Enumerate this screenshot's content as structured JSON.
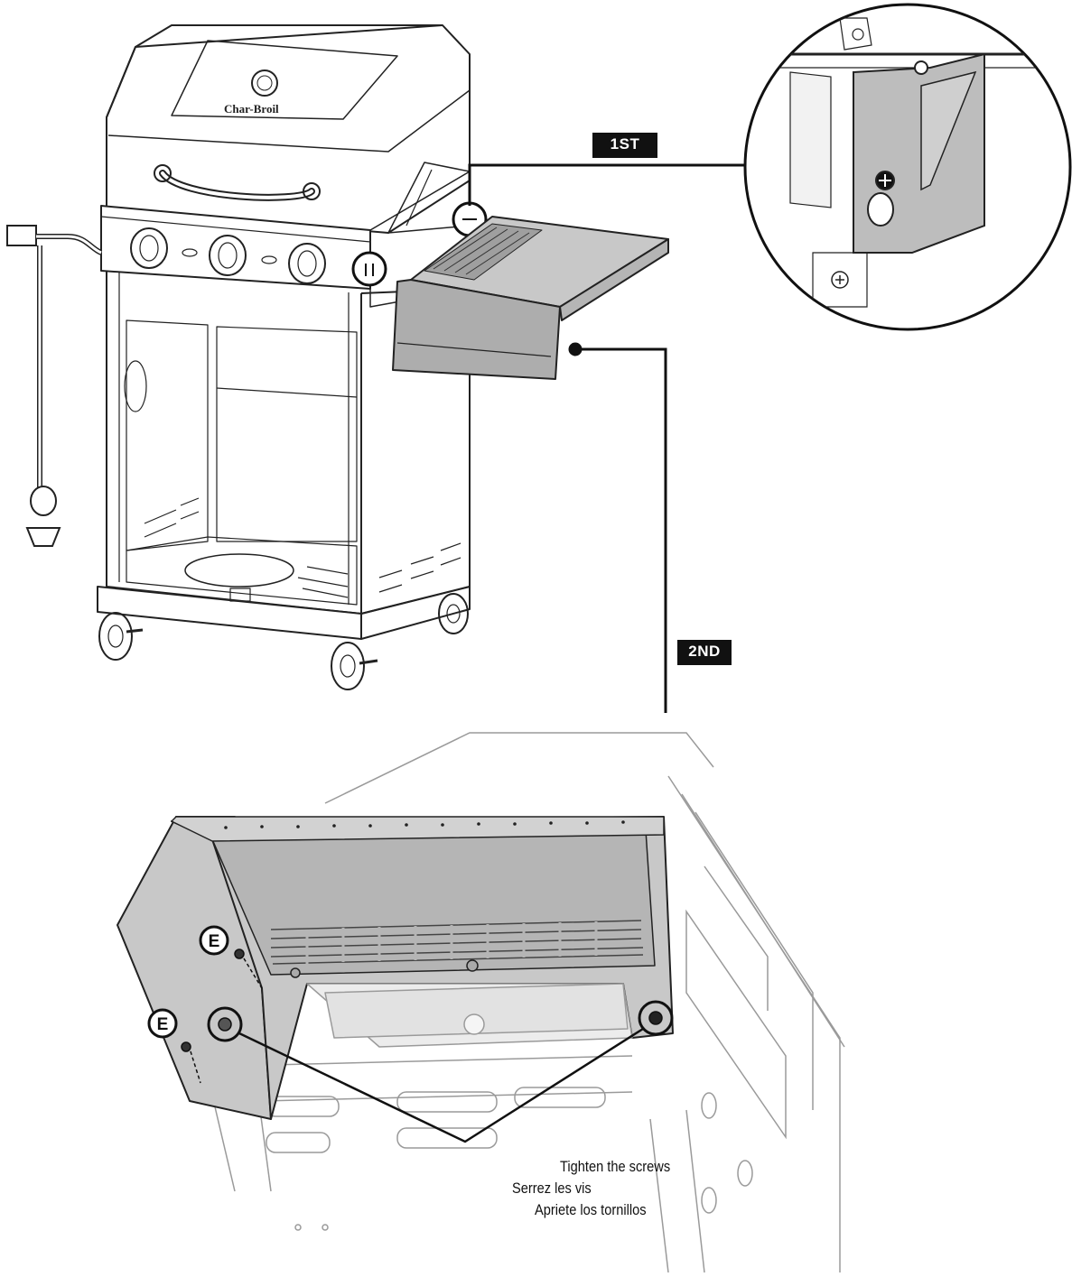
{
  "steps": {
    "first": "1ST",
    "second": "2ND"
  },
  "part_label": "E",
  "captions": {
    "english": "Tighten the screws",
    "french": "Serrez les vis",
    "spanish": "Apriete los tornillos"
  },
  "colors": {
    "line": "#222222",
    "faint_line": "#9a9a9a",
    "shelf_fill": "#c8c8c8",
    "shelf_dark": "#a9a9a9",
    "badge": "#111111"
  }
}
